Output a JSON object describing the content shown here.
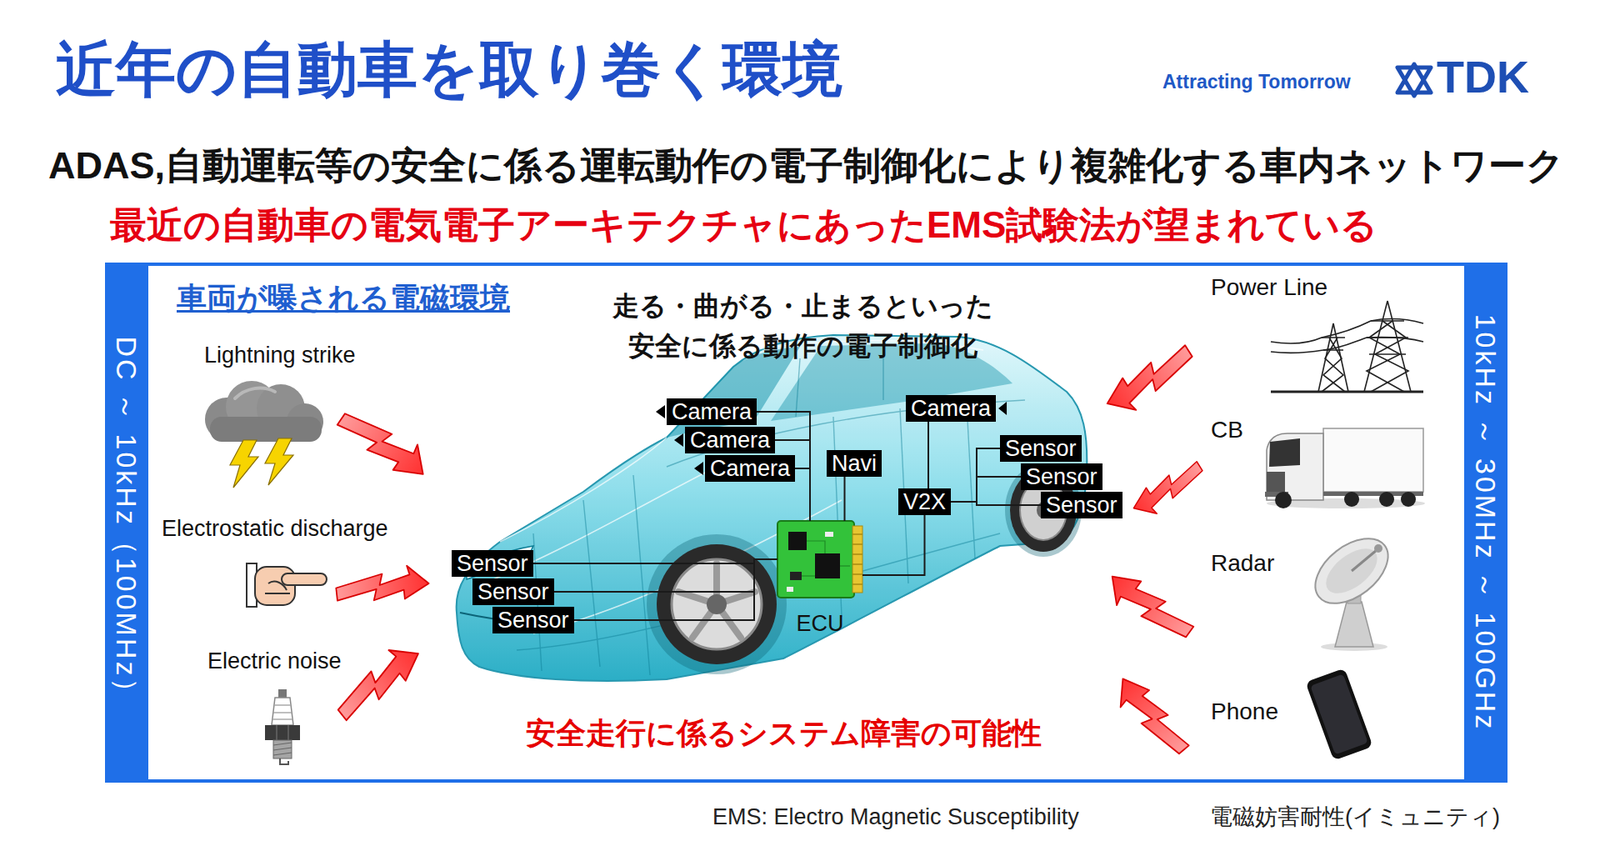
{
  "diagram": {
    "title": "近年の自動車を取り巻く環境",
    "nodes": [
      {
        "text": [
          "DC ～ 10kHz（100MHz）"
        ]
      },
      {
        "text": [
          "Camera"
        ]
      },
      {
        "text": [
          "Camera"
        ]
      },
      {
        "text": [
          "Camera"
        ]
      },
      {
        "text": [
          "Camera"
        ]
      },
      {
        "text": [
          "Navi"
        ]
      },
      {
        "text": [
          "V2X"
        ]
      },
      {
        "text": [
          "Sensor"
        ]
      },
      {
        "text": [
          "Sensor"
        ]
      },
      {
        "text": [
          "Sensor"
        ]
      },
      {
        "text": [
          "Sensor"
        ]
      },
      {
        "text": [
          "Sensor"
        ]
      },
      {
        "text": [
          "Sensor"
        ]
      },
      {
        "text": [
          "ECU"
        ]
      },
      {
        "text": [
          "10kHz ～ 30MHz ～ 100GHz"
        ]
      }
    ],
    "edges": [
      {
        "from": 1,
        "to": 13,
        "arrow": "none"
      },
      {
        "from": 2,
        "to": 13,
        "arrow": "none"
      },
      {
        "from": 3,
        "to": 13,
        "arrow": "none"
      },
      {
        "from": 5,
        "to": 13,
        "arrow": "none"
      },
      {
        "from": 4,
        "to": 6,
        "arrow": "none"
      },
      {
        "from": 7,
        "to": 6,
        "arrow": "none"
      },
      {
        "from": 8,
        "to": 6,
        "arrow": "none"
      },
      {
        "from": 9,
        "to": 6,
        "arrow": "none"
      },
      {
        "from": 6,
        "to": 13,
        "arrow": "none"
      },
      {
        "from": 10,
        "to": 13,
        "arrow": "none"
      },
      {
        "from": 11,
        "to": 13,
        "arrow": "none"
      },
      {
        "from": 12,
        "to": 13,
        "arrow": "none"
      }
    ],
    "labels": [
      "Attracting Tomorrow",
      "TDK",
      "ADAS,自動運転等の安全に係る運転動作の電子制御化により複雑化する車内ネットワーク",
      "最近の自動車の電気電子アーキテクチャにあったEMS試験法が望まれている",
      "車両が曝される電磁環境",
      "走る・曲がる・止まるといった 安全に係る動作の電子制御化",
      "Lightning strike",
      "Electrostatic discharge",
      "Electric noise",
      "Power Line",
      "CB",
      "Radar",
      "Phone",
      "安全走行に係るシステム障害の可能性",
      "EMS: Electro Magnetic Susceptibility",
      "電磁妨害耐性(イミュニティ)"
    ]
  }
}
